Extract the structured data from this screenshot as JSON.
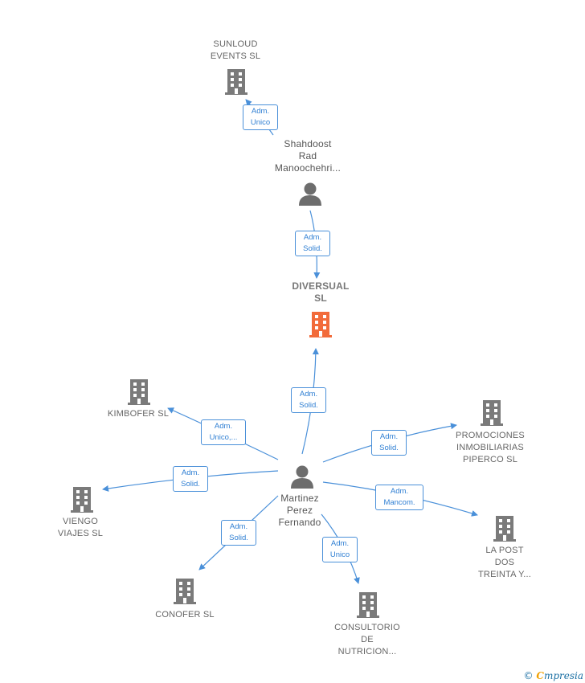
{
  "colors": {
    "building": "#7a7a7a",
    "building_main": "#f26b3a",
    "person": "#6d6d6d",
    "edge": "#4a90d9"
  },
  "nodes": {
    "sunloud": {
      "label": "SUNLOUD\nEVENTS  SL",
      "icon": "building-icon"
    },
    "shahdoost": {
      "label": "Shahdoost\nRad\nManoochehri...",
      "icon": "person-icon"
    },
    "diversual": {
      "label": "DIVERSUAL\nSL",
      "icon": "building-icon-highlighted"
    },
    "martinez": {
      "label": "Martinez\nPerez\nFernando",
      "icon": "person-icon"
    },
    "kimbofer": {
      "label": "KIMBOFER  SL",
      "icon": "building-icon"
    },
    "viengo": {
      "label": "VIENGO\nVIAJES SL",
      "icon": "building-icon"
    },
    "conofer": {
      "label": "CONOFER  SL",
      "icon": "building-icon"
    },
    "consultorio": {
      "label": "CONSULTORIO\nDE\nNUTRICION...",
      "icon": "building-icon"
    },
    "lapost": {
      "label": "LA POST\nDOS\nTREINTA Y...",
      "icon": "building-icon"
    },
    "promociones": {
      "label": "PROMOCIONES\nINMOBILIARIAS\nPIPERCO  SL",
      "icon": "building-icon"
    }
  },
  "edges": {
    "shahdoost_sunloud": "Adm.\nUnico",
    "shahdoost_diversual": "Adm.\nSolid.",
    "martinez_diversual": "Adm.\nSolid.",
    "martinez_kimbofer": "Adm.\nUnico,...",
    "martinez_viengo": "Adm.\nSolid.",
    "martinez_conofer": "Adm.\nSolid.",
    "martinez_consultorio": "Adm.\nUnico",
    "martinez_lapost": "Adm.\nMancom.",
    "martinez_promociones": "Adm.\nSolid."
  },
  "footer": {
    "copyright": "©",
    "brand_first": "C",
    "brand_rest": "mpresia"
  }
}
